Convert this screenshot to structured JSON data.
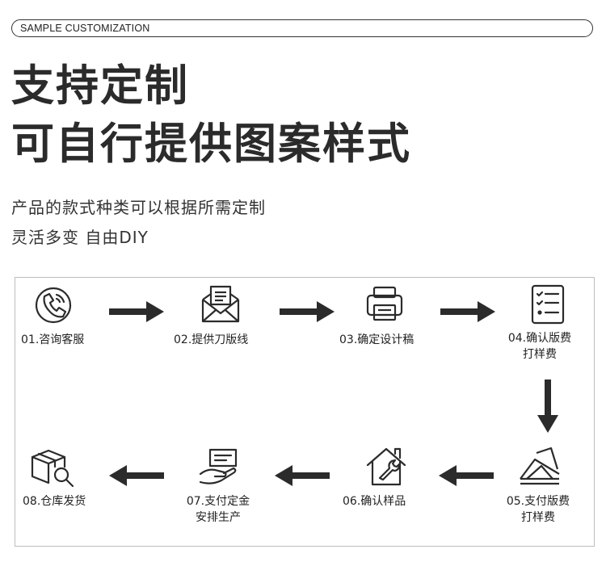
{
  "header": {
    "tag": "SAMPLE CUSTOMIZATION",
    "title_line1": "支持定制",
    "title_line2": "可自行提供图案样式",
    "subtitle_line1": "产品的款式种类可以根据所需定制",
    "subtitle_line2": "灵活多变 自由DIY"
  },
  "steps": [
    {
      "label": "01.咨询客服",
      "icon": "phone-icon"
    },
    {
      "label": "02.提供刀版线",
      "icon": "envelope-icon"
    },
    {
      "label": "03.确定设计稿",
      "icon": "printer-icon"
    },
    {
      "label": "04.确认版费",
      "label2": "打样费",
      "icon": "checklist-icon"
    },
    {
      "label": "05.支付版费",
      "label2": "打样费",
      "icon": "payment-envelope-icon"
    },
    {
      "label": "06.确认样品",
      "icon": "house-wrench-icon"
    },
    {
      "label": "07.支付定金",
      "label2": "安排生产",
      "icon": "hand-card-icon"
    },
    {
      "label": "08.仓库发货",
      "icon": "box-search-icon"
    }
  ],
  "colors": {
    "text": "#222222",
    "arrow": "#2b2b2b",
    "border": "#bdbdbd"
  }
}
